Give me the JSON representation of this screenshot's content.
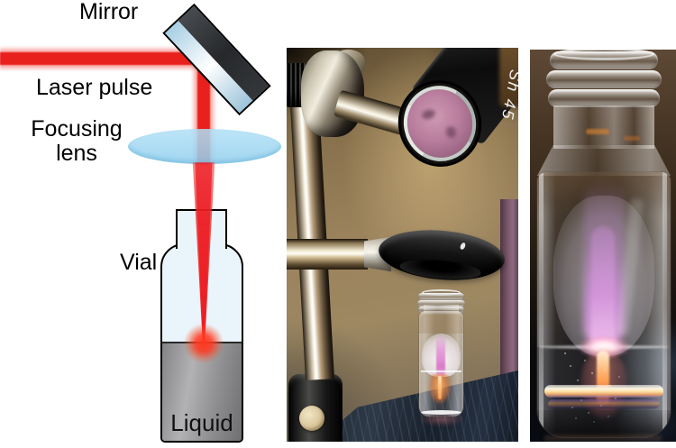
{
  "diagram": {
    "labels": {
      "mirror": "Mirror",
      "laser_pulse": "Laser pulse",
      "focusing_lens_line1": "Focusing",
      "focusing_lens_line2": "lens",
      "vial": "Vial",
      "liquid": "Liquid"
    }
  },
  "photo_setup": {
    "handwritten_label": "Sh 45"
  },
  "colors": {
    "laser_red": "#e8211c",
    "lens_blue": "#aadcf3",
    "vial_fill": "#eaf4fb",
    "outline_black": "#000000",
    "liquid_gray_light": "#b2b2b4",
    "liquid_gray_dark": "#6f6f71",
    "plasma_pink": "#d87cc8",
    "plasma_violet": "#c88fd2",
    "spark_orange": "#ff9d50",
    "wall_tan": "#9a825c",
    "curtain_mauve": "#7d5a6e",
    "table_navy": "#232d38",
    "photo_bg_brown": "#332618"
  }
}
